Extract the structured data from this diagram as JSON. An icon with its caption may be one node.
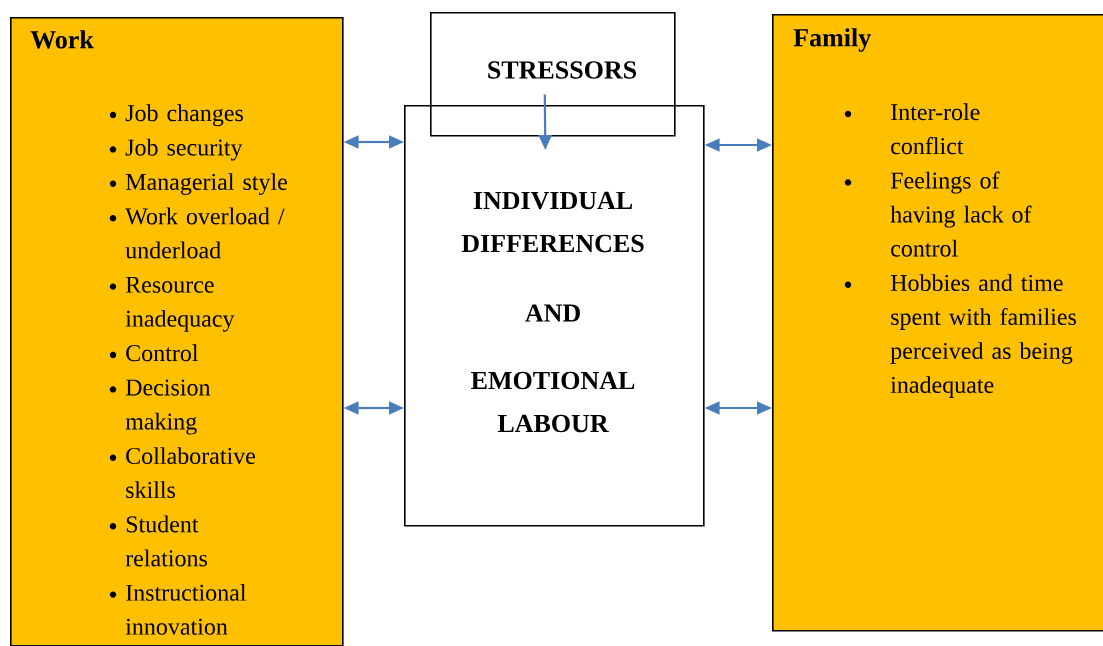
{
  "diagram": {
    "nodes": [
      {
        "text": [
          "Work",
          "Job changes",
          "Job security",
          "Managerial style",
          "Work overload / underload",
          "Resource inadequacy",
          "Control",
          "Decision making",
          "Collaborative skills",
          "Student relations",
          "Instructional innovation"
        ]
      },
      {
        "text": [
          "STRESSORS"
        ]
      },
      {
        "text": [
          "INDIVIDUAL DIFFERENCES",
          "AND",
          "EMOTIONAL LABOUR"
        ]
      },
      {
        "text": [
          "Family",
          "Inter-role conflict",
          "Feelings of having lack of control",
          "Hobbies and time spent with families perceived as being inadequate"
        ]
      }
    ],
    "edges": [
      {
        "from": 1,
        "to": 2,
        "arrow": "to"
      },
      {
        "from": 0,
        "to": 2,
        "arrow": "both"
      },
      {
        "from": 0,
        "to": 2,
        "arrow": "both"
      },
      {
        "from": 2,
        "to": 3,
        "arrow": "both"
      },
      {
        "from": 2,
        "to": 3,
        "arrow": "both"
      }
    ]
  }
}
